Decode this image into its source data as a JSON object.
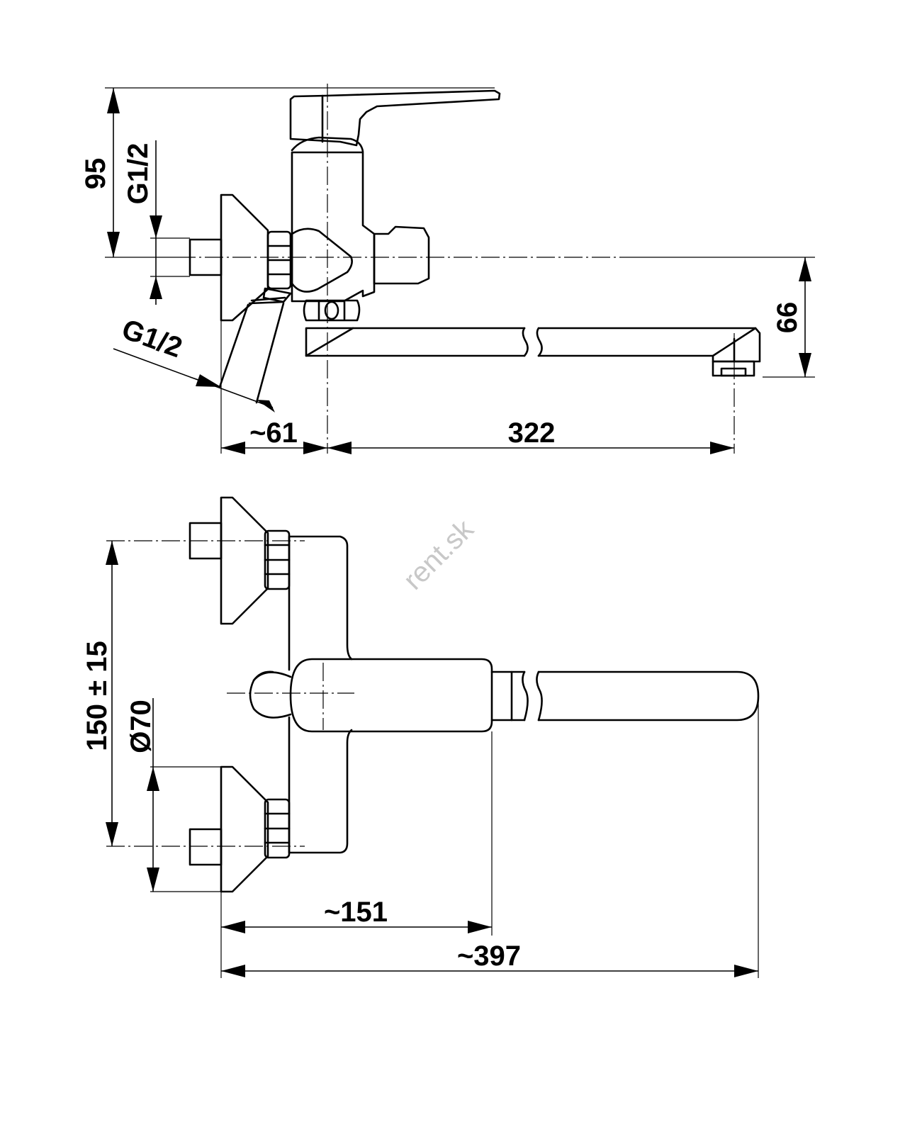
{
  "side_view": {
    "dim_height_95": "95",
    "dim_thread_inlet": "G1/2",
    "dim_thread_outlet": "G1/2",
    "dim_depth_61": "~61",
    "dim_spout_322": "322",
    "dim_spout_height_66": "66"
  },
  "top_view": {
    "dim_spacing": "150 ± 15",
    "dim_rosette": "Ø70",
    "dim_body_151": "~151",
    "dim_total_397": "~397"
  },
  "watermark": "rent.sk"
}
